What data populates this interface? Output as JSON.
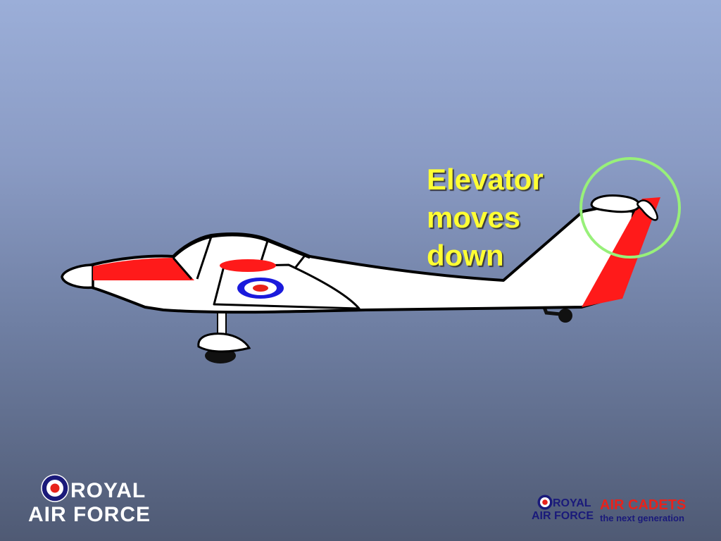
{
  "caption": {
    "lines": [
      "Elevator",
      "moves",
      "down"
    ],
    "color": "#ffff33"
  },
  "highlight": {
    "color": "#98f07a"
  },
  "aircraft_colors": {
    "body": "#ffffff",
    "trim": "#ff1a1a",
    "outline": "#000000",
    "roundel_blue": "#1a1adc",
    "roundel_red": "#e8221b",
    "tyre": "#111111"
  },
  "logo_raf": {
    "line1": "ROYAL",
    "line2": "AIR FORCE"
  },
  "logo_cadets": {
    "raf_line1": "ROYAL",
    "raf_line2": "AIR FORCE",
    "title": "AIR CADETS",
    "tagline": "the next generation",
    "title_color": "#e8221b",
    "tagline_color": "#1a1a7a"
  },
  "icons": [
    "aircraft-icon",
    "raf-roundel-icon",
    "highlight-circle-icon"
  ]
}
